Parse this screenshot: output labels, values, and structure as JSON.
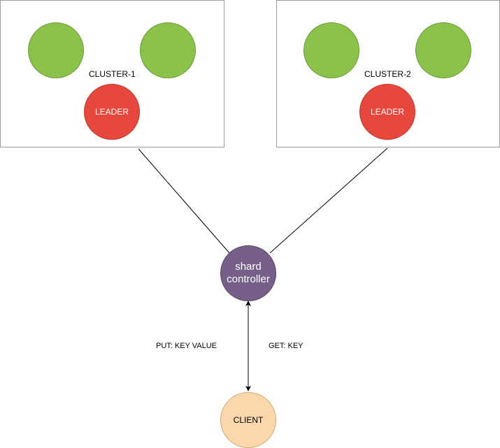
{
  "clusters": [
    {
      "label": "CLUSTER-1",
      "leader_label": "LEADER"
    },
    {
      "label": "CLUSTER-2",
      "leader_label": "LEADER"
    }
  ],
  "shard_controller": {
    "label": "shard\ncontroller"
  },
  "client": {
    "label": "CLIENT"
  },
  "edges": {
    "put_label": "PUT: KEY VALUE",
    "get_label": "GET: KEY"
  },
  "colors": {
    "follower": "#8bc34a",
    "leader": "#e8473e",
    "shard_controller": "#76608a",
    "client": "#fad7ac"
  }
}
